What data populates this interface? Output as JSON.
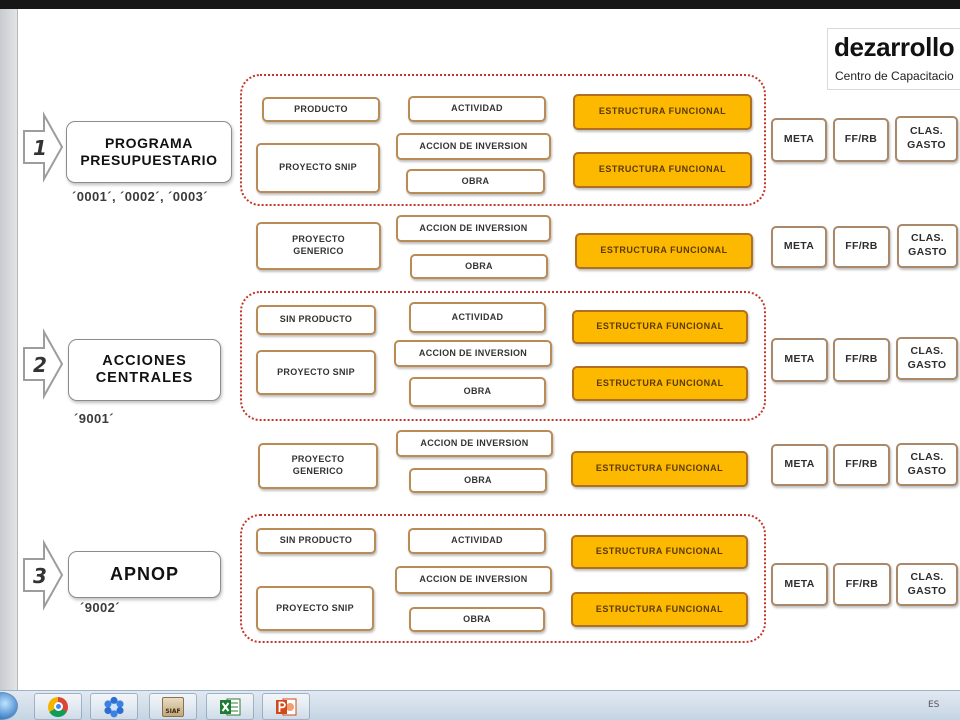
{
  "logo": {
    "brand": "dezarrollo",
    "tagline": "Centro de Capacitacio"
  },
  "categories": [
    {
      "number": "1",
      "name": [
        "PROGRAMA",
        "PRESUPUESTARIO"
      ],
      "codes": "´0001´, ´0002´, ´0003´"
    },
    {
      "number": "2",
      "name": [
        "ACCIONES",
        "CENTRALES"
      ],
      "codes": "´9001´"
    },
    {
      "number": "3",
      "name": [
        "APNOP"
      ],
      "codes": "´9002´"
    }
  ],
  "rows": [
    {
      "producto": "PRODUCTO",
      "actividad": "ACTIVIDAD",
      "proyecto": [
        "PROYECTO SNIP"
      ],
      "accion": "ACCION DE INVERSION",
      "obra": "OBRA",
      "estructura": [
        "ESTRUCTURA FUNCIONAL",
        "ESTRUCTURA FUNCIONAL"
      ],
      "meta": "META",
      "ff_rb": "FF/RB",
      "clas_gasto": [
        "CLAS.",
        "GASTO"
      ]
    },
    {
      "proyecto": [
        "PROYECTO",
        "GENERICO"
      ],
      "accion": "ACCION DE INVERSION",
      "obra": "OBRA",
      "estructura": [
        "ESTRUCTURA FUNCIONAL"
      ],
      "meta": "META",
      "ff_rb": "FF/RB",
      "clas_gasto": [
        "CLAS.",
        "GASTO"
      ]
    },
    {
      "producto": "SIN PRODUCTO",
      "actividad": "ACTIVIDAD",
      "proyecto": [
        "PROYECTO SNIP"
      ],
      "accion": "ACCION DE INVERSION",
      "obra": "OBRA",
      "estructura": [
        "ESTRUCTURA FUNCIONAL",
        "ESTRUCTURA FUNCIONAL"
      ],
      "meta": "META",
      "ff_rb": "FF/RB",
      "clas_gasto": [
        "CLAS.",
        "GASTO"
      ]
    },
    {
      "proyecto": [
        "PROYECTO",
        "GENERICO"
      ],
      "accion": "ACCION DE INVERSION",
      "obra": "OBRA",
      "estructura": [
        "ESTRUCTURA FUNCIONAL"
      ],
      "meta": "META",
      "ff_rb": "FF/RB",
      "clas_gasto": [
        "CLAS.",
        "GASTO"
      ]
    },
    {
      "producto": "SIN PRODUCTO",
      "actividad": "ACTIVIDAD",
      "proyecto": [
        "PROYECTO SNIP"
      ],
      "accion": "ACCION DE INVERSION",
      "obra": "OBRA",
      "estructura": [
        "ESTRUCTURA FUNCIONAL",
        "ESTRUCTURA FUNCIONAL"
      ],
      "meta": "META",
      "ff_rb": "FF/RB",
      "clas_gasto": [
        "CLAS.",
        "GASTO"
      ]
    }
  ],
  "taskbar": {
    "items": [
      {
        "icon": "windows-start-icon"
      },
      {
        "icon": "chrome-icon"
      },
      {
        "icon": "blue-flower-app-icon"
      },
      {
        "icon": "siaf-icon",
        "label": "SIAF"
      },
      {
        "icon": "excel-icon"
      },
      {
        "icon": "powerpoint-icon"
      }
    ],
    "language": "ES"
  },
  "colors": {
    "estructura_fill": "#fcb900",
    "group_outline": "#c4362b",
    "box_outline": "#b98c55"
  }
}
